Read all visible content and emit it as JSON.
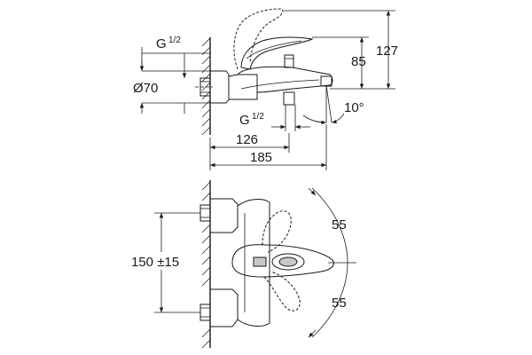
{
  "diagram": {
    "labels": {
      "thread_top": "G",
      "thread_top_fraction": "1/2",
      "diameter": "Ø70",
      "thread_bottom": "G",
      "thread_bottom_fraction": "1/2",
      "height_127": "127",
      "height_85": "85",
      "angle": "10°",
      "length_126": "126",
      "length_185": "185",
      "handle_swing_top": "55",
      "handle_swing_bottom": "55",
      "inlet_spacing": "150 ±15"
    }
  }
}
